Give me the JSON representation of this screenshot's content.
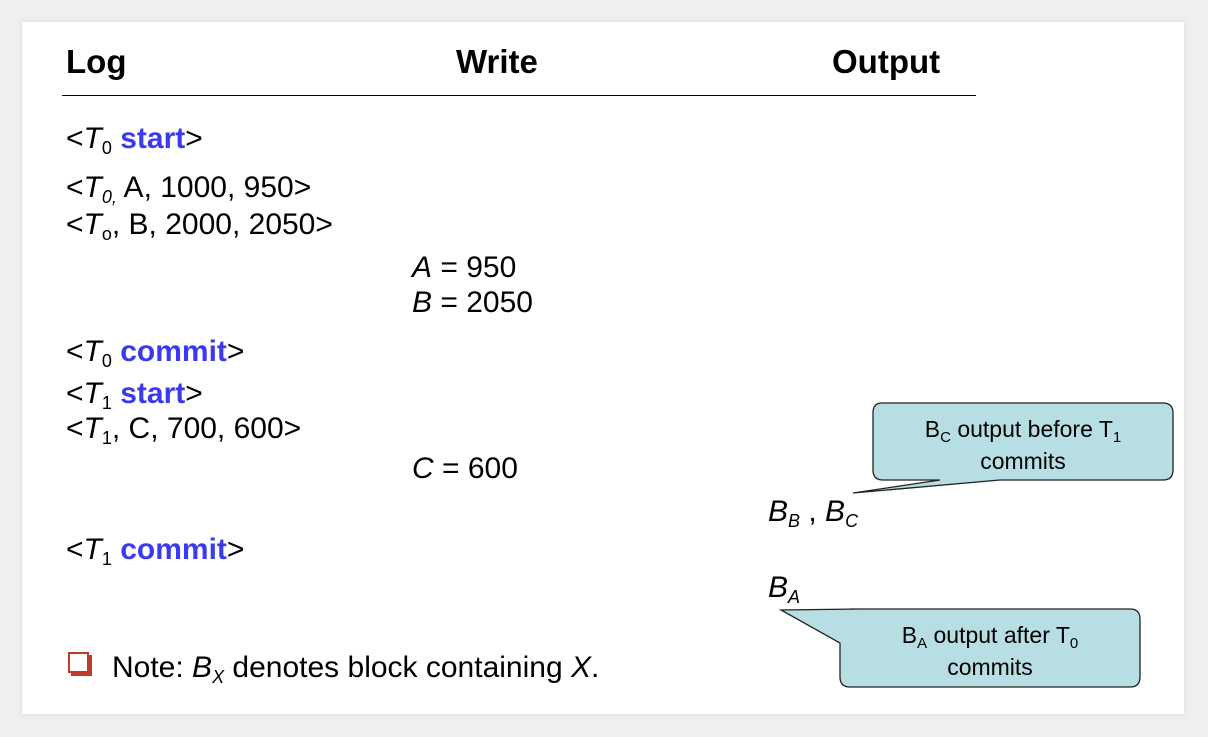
{
  "headers": {
    "log": "Log",
    "write": "Write",
    "output": "Output"
  },
  "log": {
    "r1": {
      "pre": "<",
      "t": "T",
      "sub": "0",
      "kw": "start",
      "post": ">"
    },
    "r2": {
      "pre": "<",
      "t": "T",
      "sub": "0,",
      "rest": " A, 1000, 950>"
    },
    "r3": {
      "pre": "<",
      "t": "T",
      "sub": "o",
      "rest": ", B, 2000, 2050>"
    },
    "r4": {
      "pre": "<",
      "t": "T",
      "sub": "0",
      "kw": "commit",
      "post": ">"
    },
    "r5": {
      "pre": "<",
      "t": "T",
      "sub": "1",
      "kw": "start",
      "post": ">"
    },
    "r6": {
      "pre": "<",
      "t": "T",
      "sub": "1",
      "rest": ", C, 700, 600>"
    },
    "r7": {
      "pre": "<",
      "t": "T",
      "sub": "1",
      "kw": "commit",
      "post": ">"
    }
  },
  "writes": {
    "w1": {
      "var": "A",
      "rest": " = 950"
    },
    "w2": {
      "var": "B",
      "rest": " = 2050"
    },
    "w3": {
      "var": "C",
      "rest": " = 600"
    }
  },
  "outputs": {
    "o1": {
      "b1": "B",
      "s1": "B",
      "sep": " , ",
      "b2": "B",
      "s2": "C"
    },
    "o2": {
      "b": "B",
      "s": "A"
    }
  },
  "callouts": {
    "c1": {
      "l1a": "B",
      "l1sub": "C",
      "l1b": " output before T",
      "l1sub2": "1",
      "l2": "commits"
    },
    "c2": {
      "l1a": "B",
      "l1sub": "A",
      "l1b": " output after T",
      "l1sub2": "0",
      "l2": "commits"
    }
  },
  "note": {
    "pre": "Note: ",
    "b": "B",
    "bsub": "X",
    "mid": " denotes block containing ",
    "x": "X",
    "post": "."
  },
  "colors": {
    "keyword": "#3a3af0",
    "callout_fill": "#b7dee2",
    "bullet": "#c0392b"
  }
}
